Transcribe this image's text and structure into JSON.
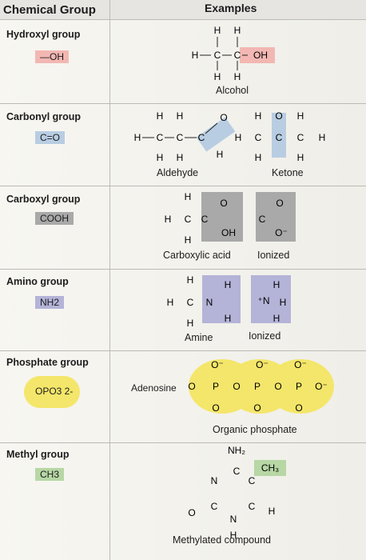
{
  "header": {
    "left": "Chemical Group",
    "right": "Examples"
  },
  "rows": [
    {
      "group": "Hydroxyl group",
      "chip": "—OH",
      "chip_color": "#f2b7b3",
      "captions": [
        "Alcohol"
      ]
    },
    {
      "group": "Carbonyl group",
      "chip": "C=O",
      "chip_color": "#b8cde2",
      "captions": [
        "Aldehyde",
        "Ketone"
      ]
    },
    {
      "group": "Carboxyl group",
      "chip": "COOH",
      "chip_color": "#a9a9a9",
      "captions": [
        "Carboxylic acid",
        "Ionized"
      ]
    },
    {
      "group": "Amino group",
      "chip": "NH2",
      "chip_color": "#b4b3d8",
      "captions": [
        "Amine",
        "Ionized"
      ]
    },
    {
      "group": "Phosphate group",
      "chip": "OPO3 2-",
      "chip_color": "#f4e66a",
      "captions": [
        "Organic phosphate"
      ],
      "label": "Adenosine"
    },
    {
      "group": "Methyl group",
      "chip": "CH3",
      "chip_color": "#b7d7a5",
      "captions": [
        "Methylated compound"
      ]
    }
  ]
}
